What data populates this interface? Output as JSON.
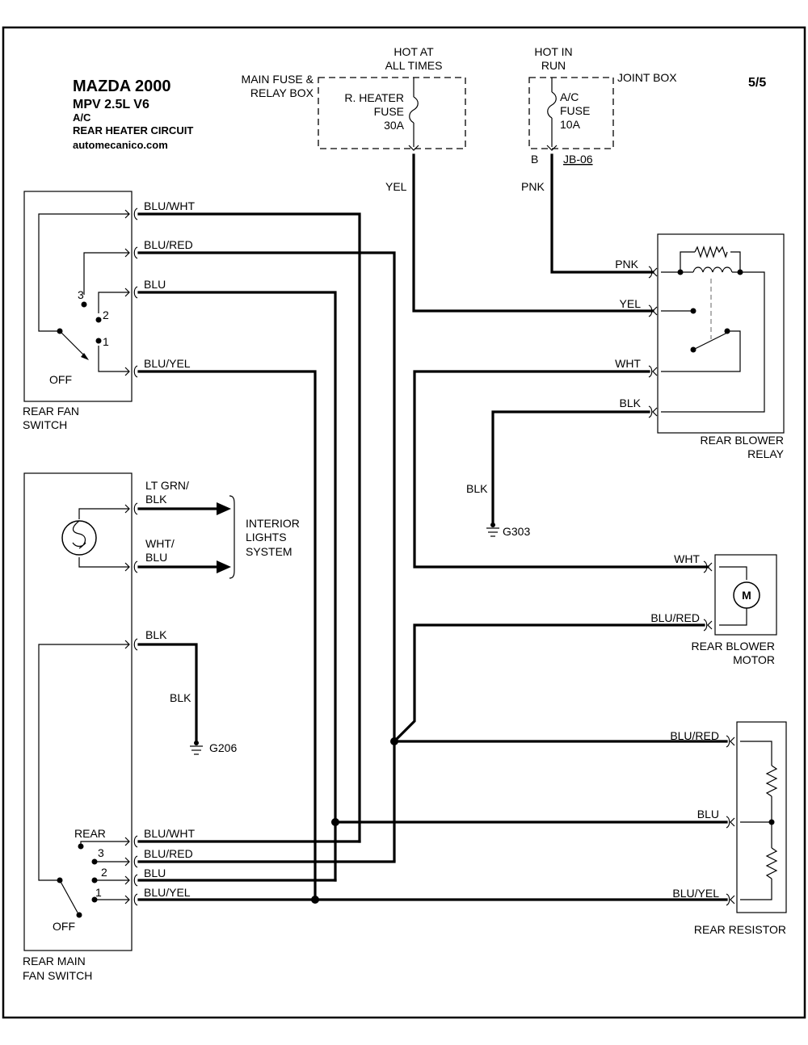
{
  "header": {
    "title": "MAZDA 2000",
    "model": "MPV  2.5L  V6",
    "system": "A/C",
    "circuit": "REAR HEATER CIRCUIT",
    "site": "automecanico.com",
    "page": "5/5"
  },
  "power": {
    "hot_all_times": [
      "HOT AT",
      "ALL TIMES"
    ],
    "hot_in_run": [
      "HOT IN",
      "RUN"
    ],
    "main_fuse_box": [
      "MAIN FUSE &",
      "RELAY BOX"
    ],
    "joint_box": "JOINT BOX",
    "heater_fuse": [
      "R. HEATER",
      "FUSE",
      "30A"
    ],
    "ac_fuse": [
      "A/C",
      "FUSE",
      "10A"
    ],
    "connector_b": "B",
    "connector_jb": "JB-06"
  },
  "wires": {
    "yel": "YEL",
    "pnk": "PNK",
    "wht": "WHT",
    "blk": "BLK",
    "blu_wht": "BLU/WHT",
    "blu_red": "BLU/RED",
    "blu": "BLU",
    "blu_yel": "BLU/YEL",
    "lt_grn_blk": [
      "LT GRN/",
      "BLK"
    ],
    "wht_blu": [
      "WHT/",
      "BLU"
    ]
  },
  "components": {
    "rear_fan_switch": [
      "REAR FAN",
      "SWITCH"
    ],
    "rear_main_fan_switch": [
      "REAR MAIN",
      "FAN SWITCH"
    ],
    "rear_blower_relay": [
      "REAR BLOWER",
      "RELAY"
    ],
    "rear_blower_motor": [
      "REAR BLOWER",
      "MOTOR"
    ],
    "rear_resistor": "REAR RESISTOR",
    "interior_lights": [
      "INTERIOR",
      "LIGHTS",
      "SYSTEM"
    ],
    "motor_symbol": "M"
  },
  "switch_positions": {
    "off": "OFF",
    "rear": "REAR",
    "p1": "1",
    "p2": "2",
    "p3": "3"
  },
  "grounds": {
    "g303": "G303",
    "g206": "G206"
  }
}
